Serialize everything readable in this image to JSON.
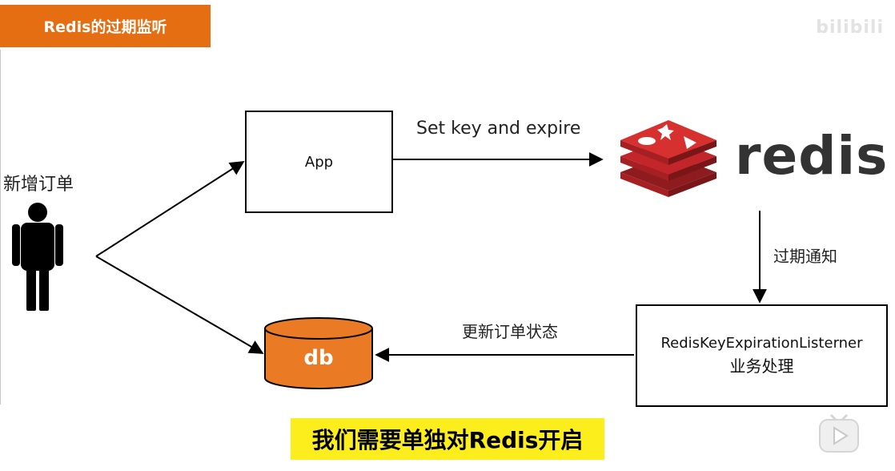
{
  "header": {
    "title": "Redis的过期监听",
    "watermark": "bilibili"
  },
  "diagram": {
    "app_label": "App",
    "set_label": "Set key and expire",
    "redis_word": "redis",
    "expire_label": "过期通知",
    "listener_line1": "RedisKeyExpirationListerner",
    "listener_line2": "业务处理",
    "update_label": "更新订单状态",
    "db_label": "db",
    "user_label": "新增订单"
  },
  "subtitle": "我们需要单独对Redis开启",
  "colors": {
    "banner": "#e56d12",
    "db": "#ea7a24",
    "redis_red": "#c3262a",
    "subtitle_bg": "#fced1c"
  }
}
